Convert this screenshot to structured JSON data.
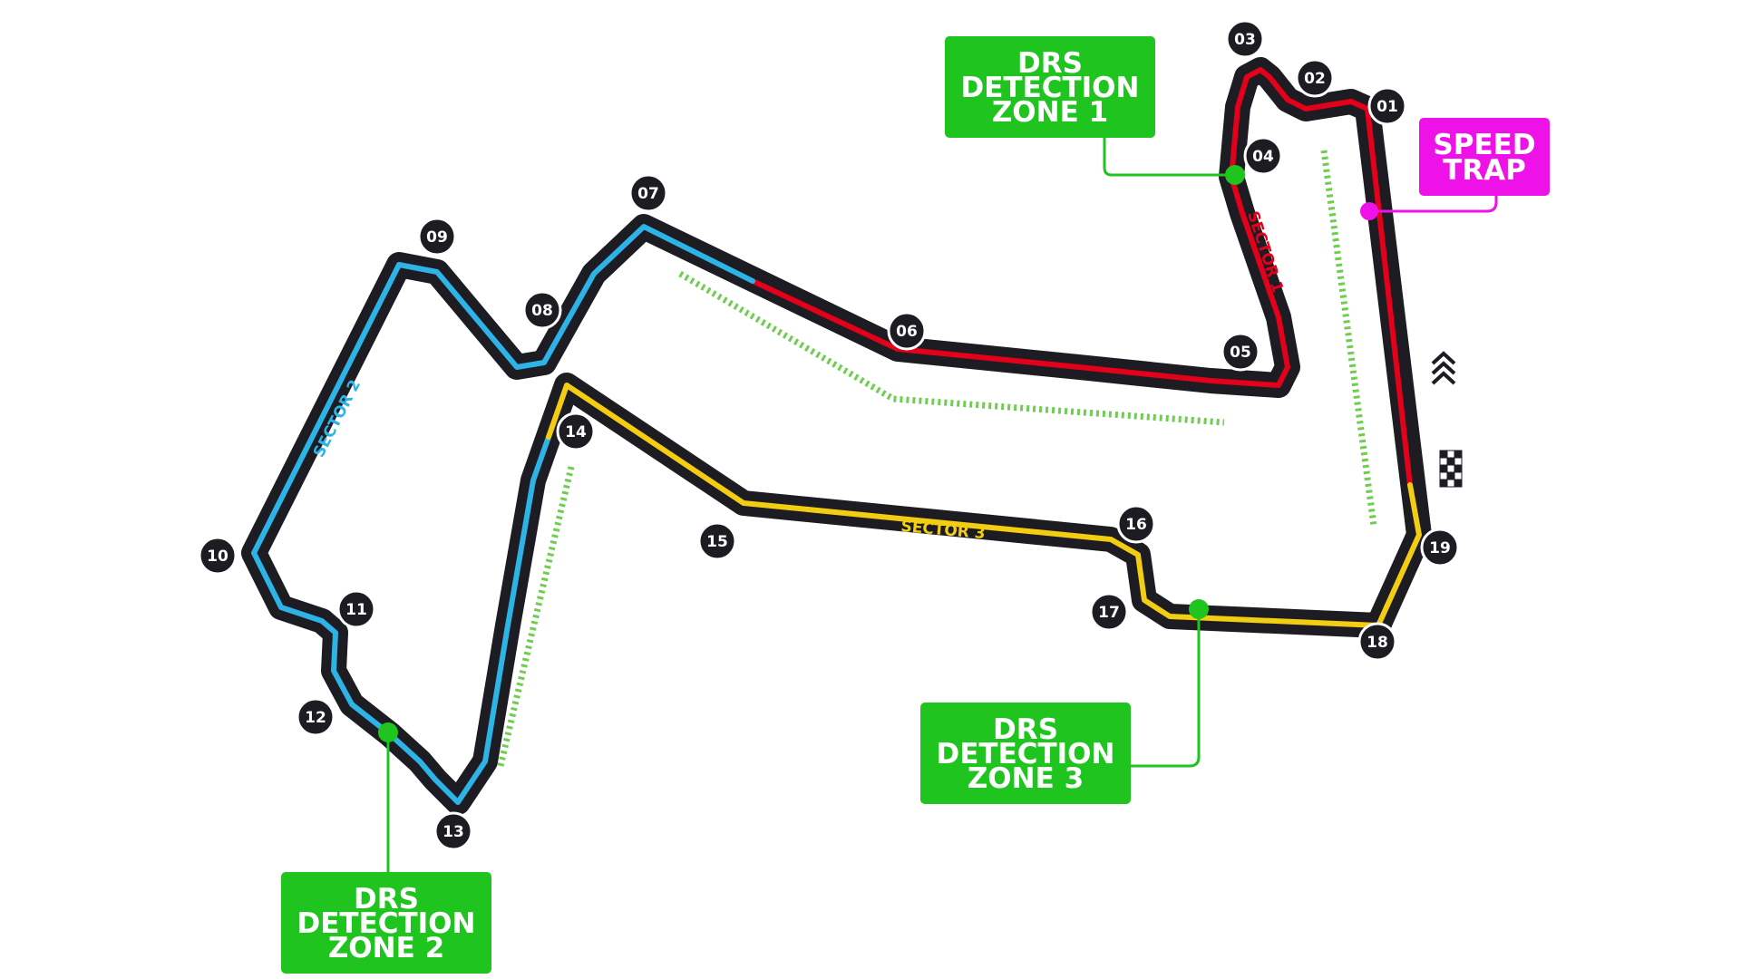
{
  "colors": {
    "track": "#1c1c22",
    "sector_1": "#e3001b",
    "sector_2": "#2db3e6",
    "sector_3": "#f2cd12",
    "drs_zone": "#6fce51",
    "drs_callout": "#1fc41f",
    "speed_trap": "#ef12e8",
    "callout_text": "#ffffff"
  },
  "sectors": [
    {
      "id": "sector-1",
      "label": "SECTOR 1"
    },
    {
      "id": "sector-2",
      "label": "SECTOR 2"
    },
    {
      "id": "sector-3",
      "label": "SECTOR 3"
    }
  ],
  "corners": [
    "01",
    "02",
    "03",
    "04",
    "05",
    "06",
    "07",
    "08",
    "09",
    "10",
    "11",
    "12",
    "13",
    "14",
    "15",
    "16",
    "17",
    "18",
    "19"
  ],
  "callouts": {
    "drs_1": [
      "DRS",
      "DETECTION",
      "ZONE 1"
    ],
    "drs_2": [
      "DRS",
      "DETECTION",
      "ZONE 2"
    ],
    "drs_3": [
      "DRS",
      "DETECTION",
      "ZONE 3"
    ],
    "speed_trap": [
      "SPEED",
      "TRAP"
    ]
  },
  "icons": [
    "direction-chevrons-icon",
    "chequered-flag-icon"
  ]
}
